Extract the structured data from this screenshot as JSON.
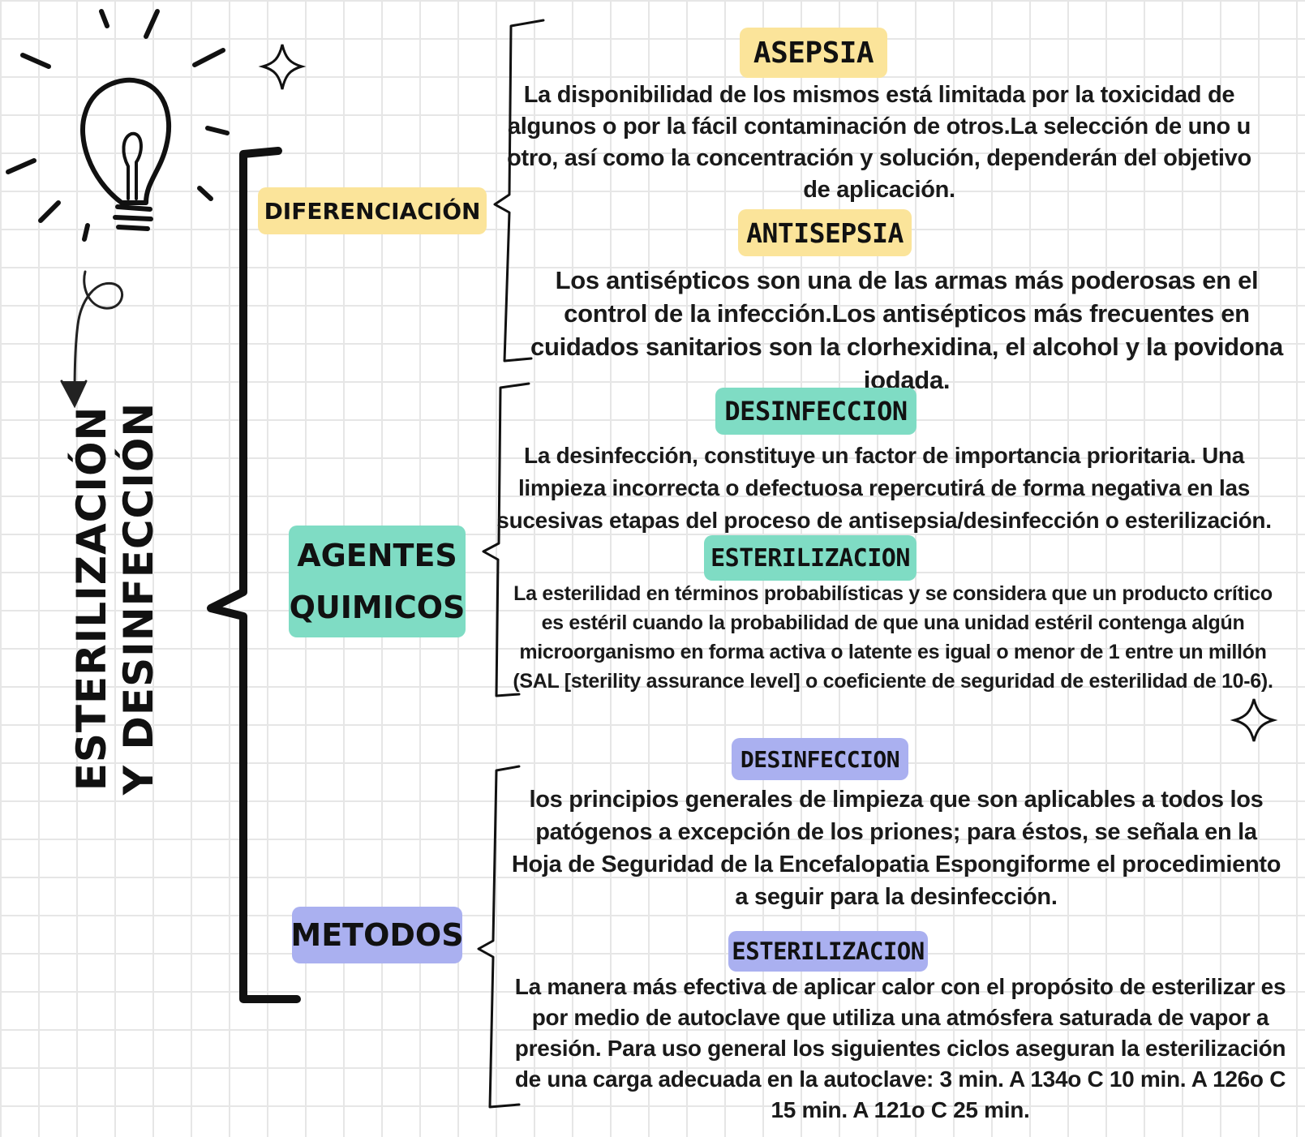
{
  "title": {
    "line1": "ESTERILIZACIÓN",
    "line2": "Y DESINFECCIÓN"
  },
  "colors": {
    "yellow": "#fbe49a",
    "teal": "#7fdcc4",
    "lavender": "#aab0f0",
    "ink": "#111111",
    "grid": "#e6e6e6"
  },
  "icons": {
    "bulb": "lightbulb-icon",
    "sparkle": "sparkle-icon",
    "arrow": "curly-arrow-icon"
  },
  "categories": [
    {
      "label_lines": [
        "DIFERENCIACIÓN"
      ]
    },
    {
      "label_lines": [
        "AGENTES",
        "QUIMICOS"
      ]
    },
    {
      "label_lines": [
        "METODOS"
      ]
    }
  ],
  "sections": {
    "asepsia": {
      "heading": "ASEPSIA",
      "text": "La disponibilidad de los mismos está limitada por la toxicidad de algunos o por la fácil contaminación de otros.La selección de uno u otro, así como la concentración y solución, dependerán del objetivo de aplicación."
    },
    "antisepsia": {
      "heading": "ANTISEPSIA",
      "text": "Los antisépticos son una de las armas más poderosas en el control de la infección.Los antisépticos más frecuentes en cuidados sanitarios son la clorhexidina, el alcohol y la povidona iodada."
    },
    "agentes_desinfeccion": {
      "heading": "DESINFECCION",
      "text": "La desinfección, constituye un factor de importancia prioritaria. Una limpieza incorrecta o defectuosa repercutirá de forma negativa en las sucesivas etapas del proceso de antisepsia/desinfección o esterilización."
    },
    "agentes_esterilizacion": {
      "heading": "ESTERILIZACION",
      "text": "La esterilidad en términos probabilísticas y se considera que un producto crítico es estéril cuando la probabilidad de que una unidad estéril contenga algún microorganismo en forma activa o latente es igual o menor de 1 entre un millón (SAL [sterility assurance level] o coeficiente de seguridad de esterilidad de 10-6)."
    },
    "metodos_desinfeccion": {
      "heading": "DESINFECCION",
      "text": "los principios generales de limpieza que son aplicables a todos los patógenos a excepción de los priones; para éstos, se señala en la Hoja de Seguridad de la Encefalopatia Espongiforme el procedimiento a seguir para la desinfección."
    },
    "metodos_esterilizacion": {
      "heading": "ESTERILIZACION",
      "text": "La manera más efectiva de aplicar calor con el propósito de esterilizar es por medio de autoclave que utiliza una atmósfera saturada de vapor a presión. Para uso general los siguientes ciclos aseguran la esterilización de una carga adecuada en la autoclave: 3 min. A 134o C 10 min. A 126o C 15 min. A 121o C 25 min."
    }
  }
}
